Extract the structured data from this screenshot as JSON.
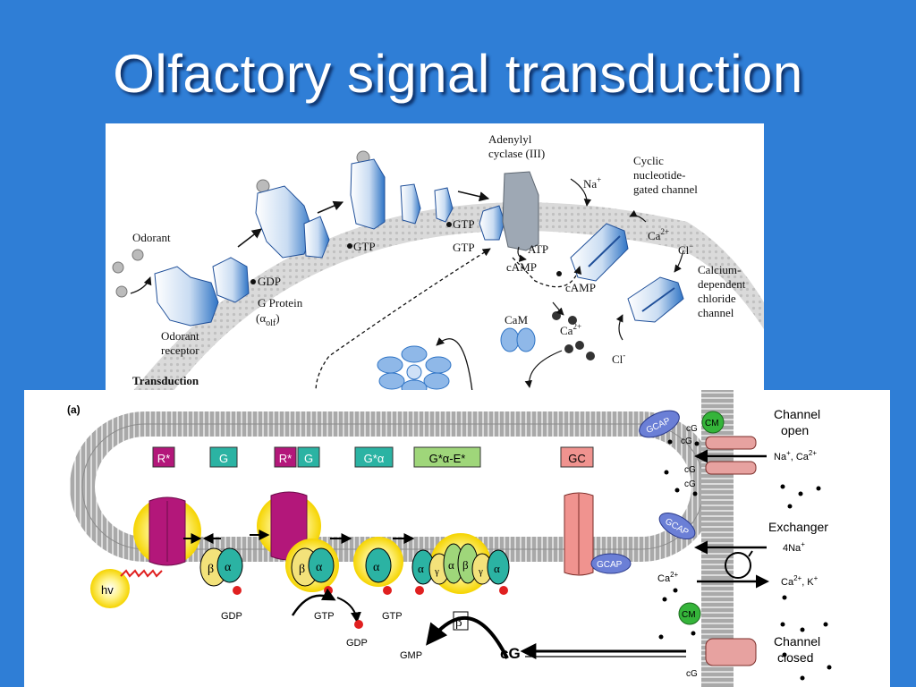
{
  "slide": {
    "title": "Olfactory signal transduction"
  },
  "top_diagram": {
    "odorant": "Odorant",
    "odorant_receptor_1": "Odorant",
    "odorant_receptor_2": "receptor",
    "gdp": "GDP",
    "g_protein_1": "G Protein",
    "g_protein_2_a": "(α",
    "g_protein_2_sub": "olf",
    "g_protein_2_b": ")",
    "gtp_1": "GTP",
    "adenylyl_1": "Adenylyl",
    "adenylyl_2": "cyclase (III)",
    "gtp_2": "GTP",
    "gtp_3": "GTP",
    "atp": "ATP",
    "camp_1": "cAMP",
    "camp_2": "cAMP",
    "na": "Na",
    "na_sup": "+",
    "cng_1": "Cyclic",
    "cng_2": "nucleotide-",
    "cng_3": "gated channel",
    "ca_1": "Ca",
    "ca_1_sup": "2+",
    "cl_1": "Cl",
    "cl_1_sup": "−",
    "cacl_1": "Calcium-",
    "cacl_2": "dependent",
    "cacl_3": "chloride",
    "cacl_4": "channel",
    "cam": "CaM",
    "ca_2": "Ca",
    "ca_2_sup": "2+",
    "cl_2": "Cl",
    "cl_2_sup": "-",
    "transduction": "Transduction"
  },
  "bottom_diagram": {
    "panel_label": "(a)",
    "boxes": [
      {
        "label": "R*",
        "fill": "#b3177a",
        "text": "#ffffff"
      },
      {
        "label": "G",
        "fill": "#2bb3a3",
        "text": "#ffffff"
      },
      {
        "label": "R*",
        "fill": "#b3177a",
        "text": "#ffffff"
      },
      {
        "label": "G",
        "fill": "#2bb3a3",
        "text": "#ffffff"
      },
      {
        "label": "G*α",
        "fill": "#2bb3a3",
        "text": "#ffffff"
      },
      {
        "label": "G*α-E*",
        "fill": "#9fd67a",
        "text": "#000000"
      },
      {
        "label": "GC",
        "fill": "#f0938f",
        "text": "#000000"
      }
    ],
    "hv": "hv",
    "beta": "β",
    "alpha": "α",
    "gamma": "γ",
    "gdp_1": "GDP",
    "gtp_1": "GTP",
    "gdp_2": "GDP",
    "gtp_2": "GTP",
    "gmp": "GMP",
    "cg_big": "cG",
    "gcap": "GCAP",
    "channel_open_1": "Channel",
    "channel_open_2": "open",
    "cm": "CM",
    "cg": "cG",
    "na_ca_a": "Na",
    "na_ca_sup1": "+",
    "na_ca_b": ", Ca",
    "na_ca_sup2": "2+",
    "exchanger": "Exchanger",
    "na4": "4Na",
    "na4_sup": "+",
    "ca_in": "Ca",
    "ca_in_sup": "2+",
    "ca_k_a": "Ca",
    "ca_k_sup1": "2+",
    "ca_k_b": ", K",
    "ca_k_sup2": "+",
    "channel_closed_1": "Channel",
    "channel_closed_2": "closed"
  },
  "colors": {
    "background": "#2f7ed6",
    "rhodopsin": "#b3177a",
    "transducin_alpha": "#2bb3a3",
    "beta_gamma": "#f3e27a",
    "pde": "#9fd67a",
    "gc": "#f0938f",
    "gcap": "#6b7fd6",
    "cm": "#35b43a",
    "receptor_blue": "#2f74c5"
  }
}
